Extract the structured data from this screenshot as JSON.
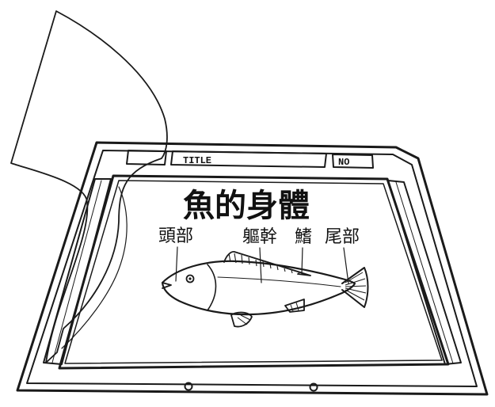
{
  "frame": {
    "title_box": "TITLE",
    "number_box": "NO"
  },
  "diagram": {
    "heading": "魚的身體",
    "labels": {
      "head": "頭部",
      "trunk": "軀幹",
      "fin": "鰭",
      "tail": "尾部"
    }
  }
}
